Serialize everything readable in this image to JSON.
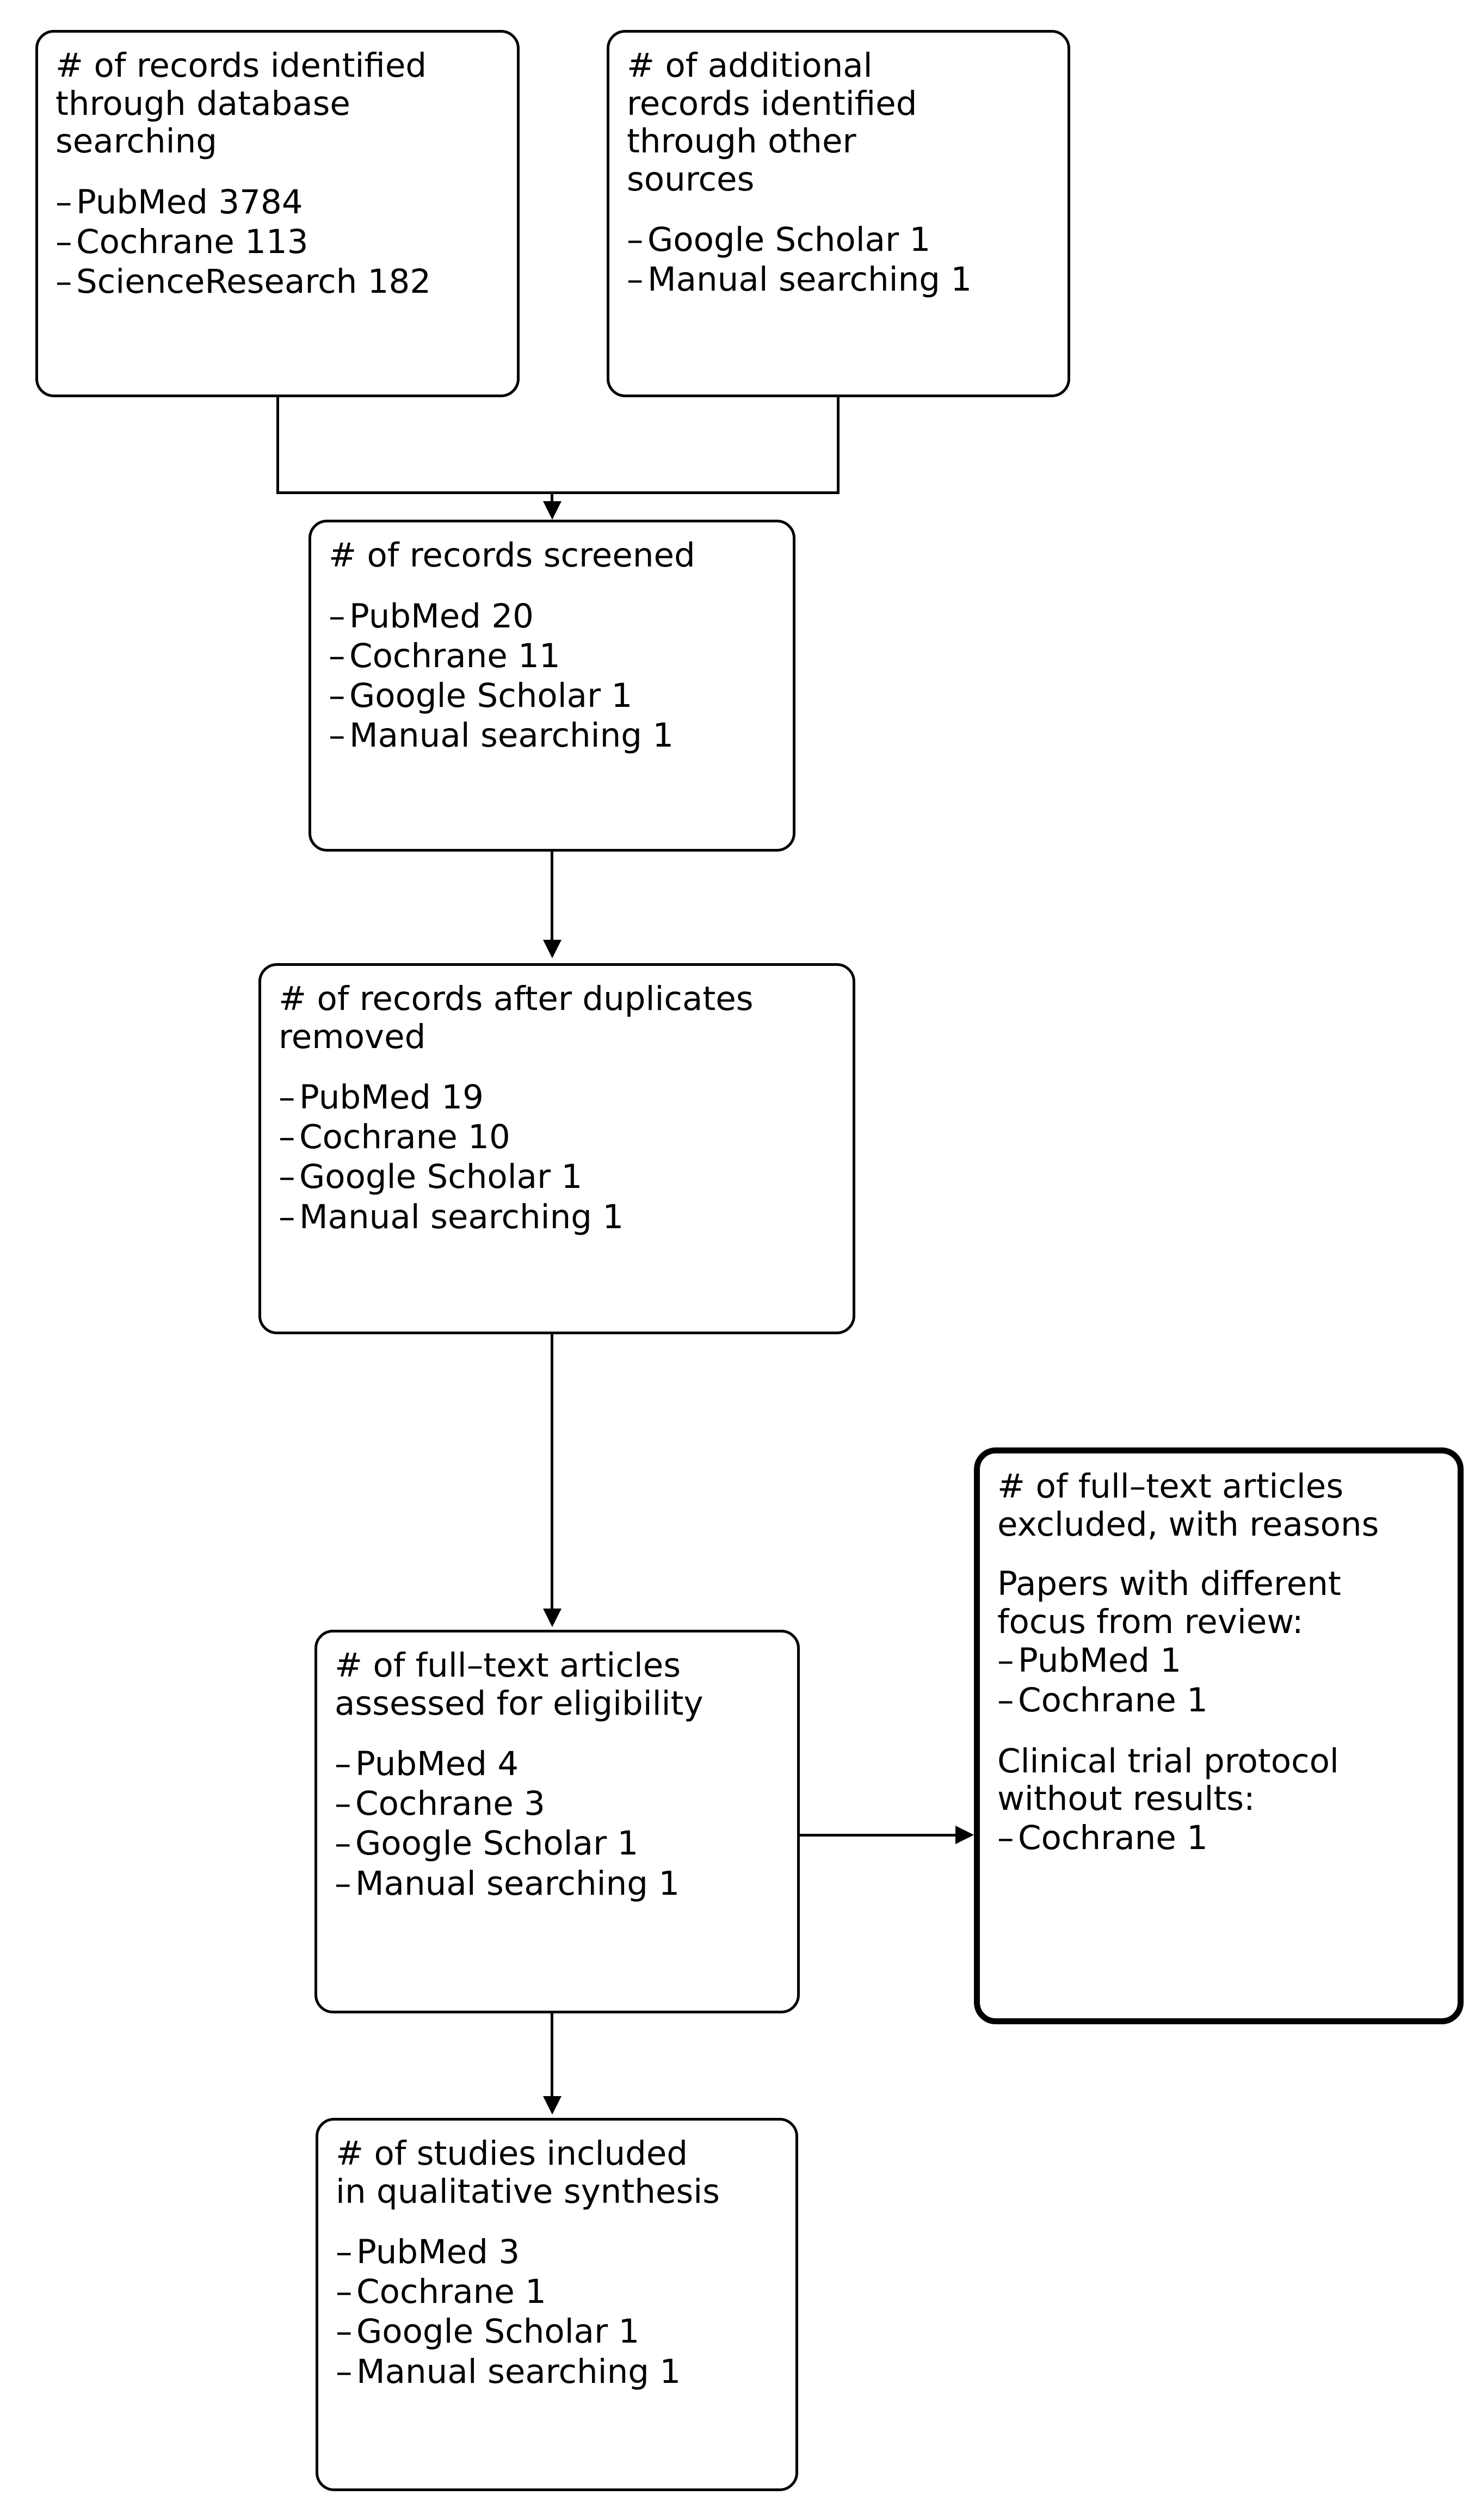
{
  "diagram": {
    "type": "prisma-flow-diagram",
    "nodes": [
      {
        "id": "identified-database",
        "title": "# of records identified\nthrough database\nsearching",
        "items": [
          "PubMed 3784",
          "Cochrane 113",
          "ScienceResearch 182"
        ]
      },
      {
        "id": "identified-other",
        "title": "# of additional\nrecords identified\nthrough other\nsources",
        "items": [
          "Google Scholar 1",
          "Manual searching 1"
        ]
      },
      {
        "id": "records-screened",
        "title": "# of records screened",
        "items": [
          "PubMed 20",
          "Cochrane 11",
          "Google Scholar 1",
          "Manual searching 1"
        ]
      },
      {
        "id": "duplicates-removed",
        "title": "# of records after duplicates\nremoved",
        "items": [
          "PubMed 19",
          "Cochrane 10",
          "Google Scholar 1",
          "Manual searching 1"
        ]
      },
      {
        "id": "fulltext-assessed",
        "title": "# of full–text articles\nassessed for eligibility",
        "items": [
          "PubMed 4",
          "Cochrane 3",
          "Google Scholar 1",
          "Manual searching 1"
        ]
      },
      {
        "id": "fulltext-excluded",
        "title": "# of full–text articles\nexcluded, with reasons",
        "reason_1_label": "Papers with different\nfocus from review:",
        "reason_1_items": [
          "PubMed 1",
          "Cochrane 1"
        ],
        "reason_2_label": "Clinical trial protocol\nwithout results:",
        "reason_2_items": [
          "Cochrane 1"
        ]
      },
      {
        "id": "studies-included",
        "title": "# of studies included\nin qualitative synthesis",
        "items": [
          "PubMed 3",
          "Cochrane 1",
          "Google Scholar 1",
          "Manual searching 1"
        ]
      }
    ],
    "bullet_dash": "–",
    "colors": {
      "stroke": "#000000",
      "fill": "#ffffff",
      "text": "#000000"
    }
  }
}
